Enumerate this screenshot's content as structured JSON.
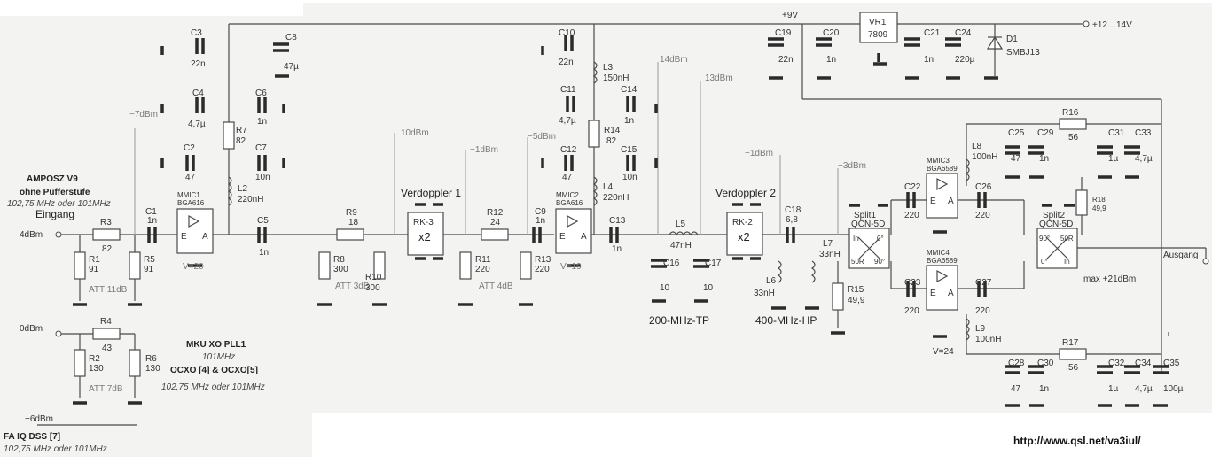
{
  "inputs": {
    "amposz_title": "AMPOSZ V9",
    "amposz_sub": "ohne Pufferstufe",
    "amposz_freq": "102,75 MHz oder 101MHz",
    "eingang": "Eingang",
    "level_4dbm": "4dBm",
    "level_0dbm": "0dBm",
    "level_m6dbm": "−6dBm",
    "mku_title": "MKU XO PLL1",
    "mku_freq": "101MHz",
    "ocxo": "OCXO [4] & OCXO[5]",
    "ocxo_freq": "102,75 MHz oder 101MHz",
    "fa_title": "FA IQ DSS [7]",
    "fa_freq": "102,75 MHz oder 101MHz"
  },
  "levels": {
    "m7": "−7dBm",
    "p10": "10dBm",
    "m1": "−1dBm",
    "m5": "−5dBm",
    "p14": "14dBm",
    "p13": "13dBm",
    "m1b": "−1dBm",
    "m3": "−3dBm",
    "vcc": "+9V",
    "supply": "+12…14V",
    "ausgang": "Ausgang",
    "max": "max +21dBm"
  },
  "attenuators": {
    "att11": "ATT 11dB",
    "att7": "ATT 7dB",
    "att3": "ATT 3dB",
    "att4": "ATT 4dB"
  },
  "filters": {
    "tp": "200-MHz-TP",
    "hp": "400-MHz-HP"
  },
  "blocks": {
    "verdoppler1": "Verdoppler 1",
    "verdoppler2": "Verdoppler 2",
    "rk3": "RK-3",
    "rk2": "RK-2",
    "x2": "x2",
    "mmic1": "MMIC1",
    "mmic1_type": "BGA616",
    "mmic2": "MMIC2",
    "mmic2_type": "BGA616",
    "mmic3": "MMIC3",
    "mmic3_type": "BGA6589",
    "mmic4": "MMIC4",
    "mmic4_type": "BGA6589",
    "v20": "V=20",
    "v19": "V=19",
    "v24": "V=24",
    "vr1": "VR1",
    "vr1_type": "7809",
    "d1": "D1",
    "d1_type": "SMBJ13",
    "split1": "Split1",
    "split2": "Split2",
    "qcn": "QCN-5D",
    "pin_e": "E",
    "pin_a": "A",
    "pin_in": "In",
    "pin_0": "0°",
    "pin_90": "90°",
    "pin_50r": "50R"
  },
  "components": {
    "C1": "C1",
    "C1v": "1n",
    "C2": "C2",
    "C2v": "47",
    "C3": "C3",
    "C3v": "22n",
    "C4": "C4",
    "C4v": "4,7µ",
    "C5": "C5",
    "C5v": "1n",
    "C6": "C6",
    "C6v": "1n",
    "C7": "C7",
    "C7v": "10n",
    "C8": "C8",
    "C8v": "47µ",
    "C9": "C9",
    "C9v": "1n",
    "C10": "C10",
    "C10v": "22n",
    "C11": "C11",
    "C11v": "4,7µ",
    "C12": "C12",
    "C12v": "47",
    "C13": "C13",
    "C13v": "1n",
    "C14": "C14",
    "C14v": "1n",
    "C15": "C15",
    "C15v": "10n",
    "C16": "C16",
    "C16v": "10",
    "C17": "C17",
    "C17v": "10",
    "C18": "C18",
    "C18v": "6,8",
    "C19": "C19",
    "C19v": "22n",
    "C20": "C20",
    "C20v": "1n",
    "C21": "C21",
    "C21v": "1n",
    "C22": "C22",
    "C22v": "220",
    "C23": "C23",
    "C23v": "220",
    "C24": "C24",
    "C24v": "220µ",
    "C25": "C25",
    "C25v": "47",
    "C26": "C26",
    "C26v": "220",
    "C27": "C27",
    "C27v": "220",
    "C28": "C28",
    "C28v": "47",
    "C29": "C29",
    "C29v": "1n",
    "C30": "C30",
    "C30v": "1n",
    "C31": "C31",
    "C31v": "1µ",
    "C32": "C32",
    "C32v": "1µ",
    "C33": "C33",
    "C33v": "4,7µ",
    "C34": "C34",
    "C34v": "4,7µ",
    "C35": "C35",
    "C35v": "100µ",
    "R1": "R1",
    "R1v": "91",
    "R2": "R2",
    "R2v": "130",
    "R3": "R3",
    "R3v": "82",
    "R4": "R4",
    "R4v": "43",
    "R5": "R5",
    "R5v": "91",
    "R6": "R6",
    "R6v": "130",
    "R7": "R7",
    "R7v": "82",
    "R8": "R8",
    "R8v": "300",
    "R9": "R9",
    "R9v": "18",
    "R10": "R10",
    "R10v": "300",
    "R11": "R11",
    "R11v": "220",
    "R12": "R12",
    "R12v": "24",
    "R13": "R13",
    "R13v": "220",
    "R14": "R14",
    "R14v": "82",
    "R15": "R15",
    "R15v": "49,9",
    "R16": "R16",
    "R16v": "56",
    "R17": "R17",
    "R17v": "56",
    "R18": "R18",
    "R18v": "49,9",
    "L2": "L2",
    "L2v": "220nH",
    "L3": "L3",
    "L3v": "150nH",
    "L4": "L4",
    "L4v": "220nH",
    "L5": "L5",
    "L5v": "47nH",
    "L6": "L6",
    "L6v": "33nH",
    "L7": "L7",
    "L7v": "33nH",
    "L8": "L8",
    "L8v": "100nH",
    "L9": "L9",
    "L9v": "100nH"
  },
  "footer": {
    "url": "http://www.qsl.net/va3iul/"
  }
}
